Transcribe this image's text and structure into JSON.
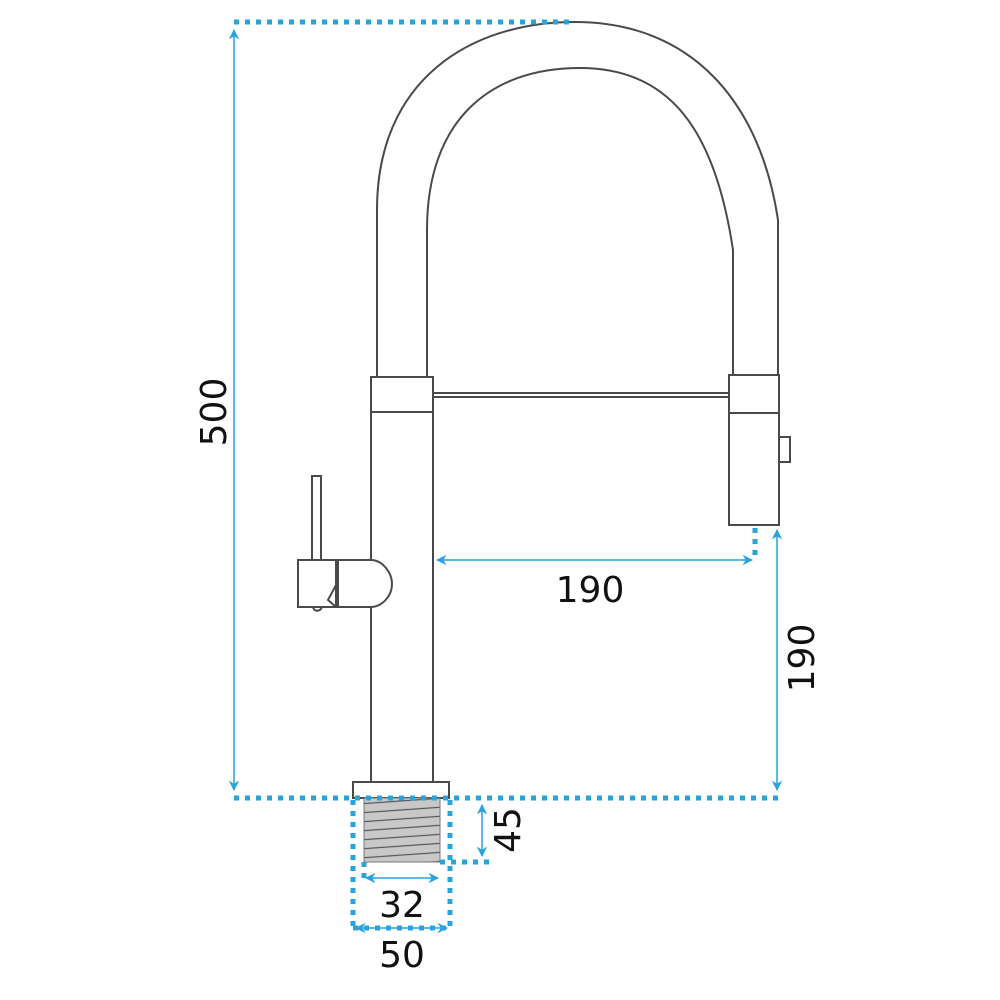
{
  "diagram": {
    "subject": "Pull-down kitchen faucet technical drawing",
    "colors": {
      "outline": "#4a4a4a",
      "dimension": "#29a3dc",
      "thread_fill": "#c8c8c8",
      "label": "#111111"
    },
    "dimensions": {
      "total_height": "500",
      "spout_reach": "190",
      "spout_clearance": "190",
      "thread_length": "45",
      "thread_diameter": "32",
      "base_diameter": "50"
    }
  }
}
